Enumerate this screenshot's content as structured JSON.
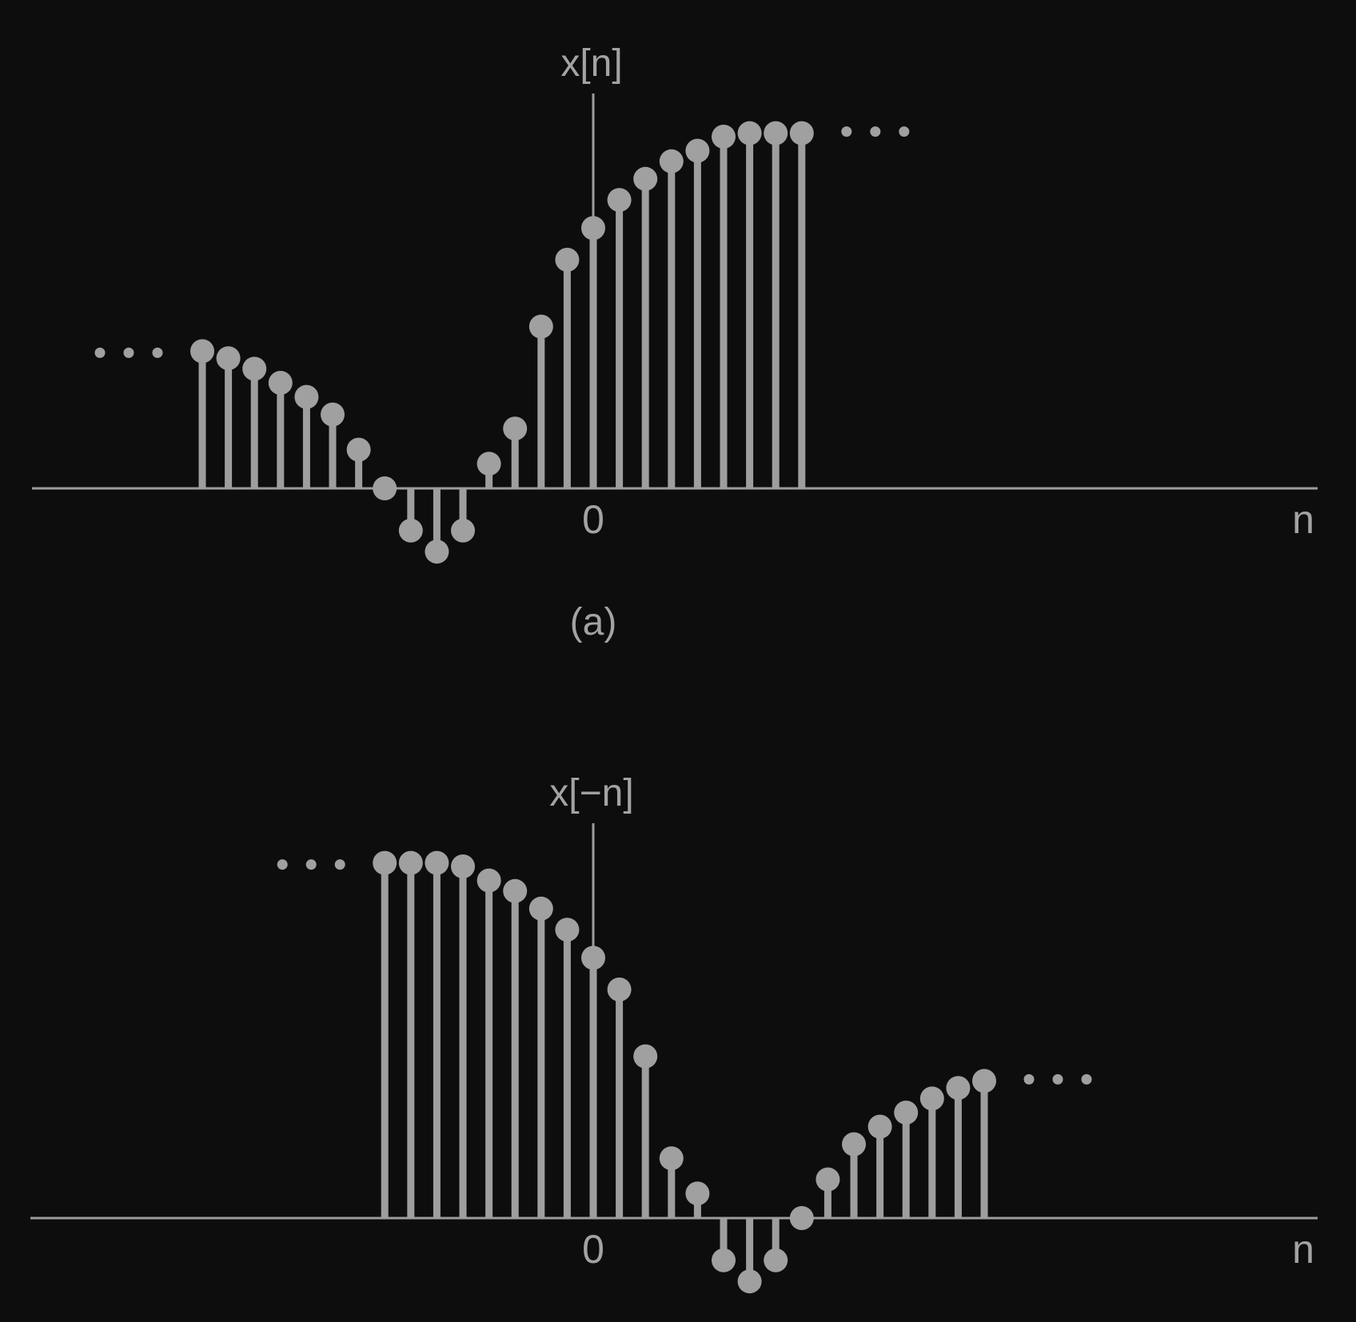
{
  "colors": {
    "background": "#0d0d0d",
    "stem": "#9e9e9e",
    "text": "#a3a3a3"
  },
  "chart_data": [
    {
      "type": "stem",
      "panel_label": "(a)",
      "ylabel": "x[n]",
      "xlabel": "n",
      "origin_tick": "0",
      "continues_left": true,
      "continues_right": true,
      "x": [
        -15,
        -14,
        -13,
        -12,
        -11,
        -10,
        -9,
        -8,
        -7,
        -6,
        -5,
        -4,
        -3,
        -2,
        -1,
        0,
        1,
        2,
        3,
        4,
        5,
        6,
        7,
        8
      ],
      "values": [
        0.39,
        0.37,
        0.34,
        0.3,
        0.26,
        0.21,
        0.11,
        0.0,
        -0.12,
        -0.18,
        -0.12,
        0.07,
        0.17,
        0.46,
        0.65,
        0.74,
        0.82,
        0.88,
        0.93,
        0.96,
        1.0,
        1.01,
        1.01,
        1.01
      ],
      "ylim": [
        -0.3,
        1.15
      ],
      "grid": false
    },
    {
      "type": "stem",
      "panel_label": "",
      "ylabel": "x[−n]",
      "xlabel": "n",
      "origin_tick": "0",
      "continues_left": true,
      "continues_right": true,
      "x": [
        -8,
        -7,
        -6,
        -5,
        -4,
        -3,
        -2,
        -1,
        0,
        1,
        2,
        3,
        4,
        5,
        6,
        7,
        8,
        9,
        10,
        11,
        12,
        13,
        14,
        15
      ],
      "values": [
        1.01,
        1.01,
        1.01,
        1.0,
        0.96,
        0.93,
        0.88,
        0.82,
        0.74,
        0.65,
        0.46,
        0.17,
        0.07,
        -0.12,
        -0.18,
        -0.12,
        0.0,
        0.11,
        0.21,
        0.26,
        0.3,
        0.34,
        0.37,
        0.39
      ],
      "ylim": [
        -0.3,
        1.15
      ],
      "grid": false
    }
  ]
}
